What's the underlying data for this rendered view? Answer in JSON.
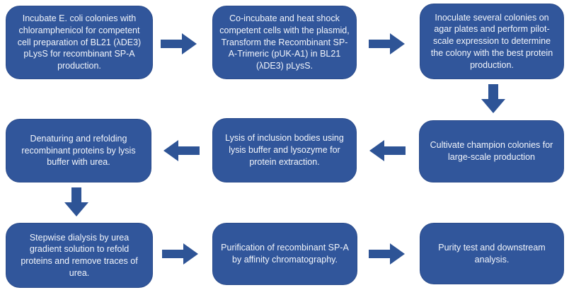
{
  "colors": {
    "background": "#FFFFFF",
    "box_fill": "#31569B",
    "box_border": "#2B4C8C",
    "box_text": "#F2F5FB",
    "arrow": "#2E5496"
  },
  "flowchart": {
    "steps": [
      {
        "id": 1,
        "position": "row1-col1",
        "text": "Incubate E. coli colonies with chloramphenicol for competent cell preparation of BL21 (λDE3) pLysS for recombinant SP-A production."
      },
      {
        "id": 2,
        "position": "row1-col2",
        "text": "Co-incubate and heat shock competent cells with the plasmid, Transform the Recombinant SP-A-Trimeric (pUK-A1) in BL21 (λDE3) pLysS."
      },
      {
        "id": 3,
        "position": "row1-col3",
        "text": "Inoculate several colonies on agar plates and perform pilot-scale expression to determine the colony with the best protein production."
      },
      {
        "id": 4,
        "position": "row2-col3",
        "text": "Cultivate champion colonies for large-scale production"
      },
      {
        "id": 5,
        "position": "row2-col2",
        "text": "Lysis of inclusion bodies using lysis buffer and lysozyme for protein extraction."
      },
      {
        "id": 6,
        "position": "row2-col1",
        "text": "Denaturing and refolding recombinant proteins by lysis buffer with urea."
      },
      {
        "id": 7,
        "position": "row3-col1",
        "text": "Stepwise dialysis by urea gradient solution to refold proteins and remove traces of urea."
      },
      {
        "id": 8,
        "position": "row3-col2",
        "text": "Purification of recombinant SP-A by affinity chromatography."
      },
      {
        "id": 9,
        "position": "row3-col3",
        "text": "Purity test and downstream analysis."
      }
    ],
    "connections": [
      {
        "from": 1,
        "to": 2,
        "direction": "right"
      },
      {
        "from": 2,
        "to": 3,
        "direction": "right"
      },
      {
        "from": 3,
        "to": 4,
        "direction": "down"
      },
      {
        "from": 4,
        "to": 5,
        "direction": "left"
      },
      {
        "from": 5,
        "to": 6,
        "direction": "left"
      },
      {
        "from": 6,
        "to": 7,
        "direction": "down"
      },
      {
        "from": 7,
        "to": 8,
        "direction": "right"
      },
      {
        "from": 8,
        "to": 9,
        "direction": "right"
      }
    ]
  }
}
